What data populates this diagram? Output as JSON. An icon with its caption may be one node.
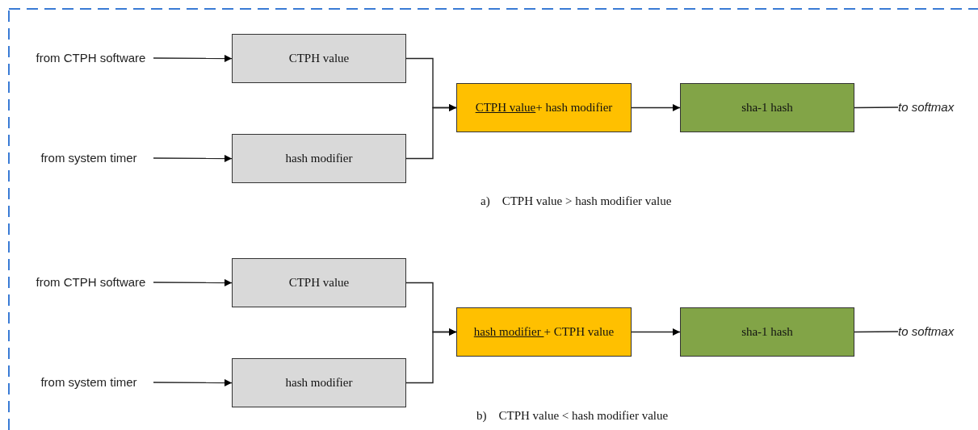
{
  "diagram": {
    "nodes": [
      {
        "text": [
          "from CTPH software"
        ]
      },
      {
        "text": [
          "from system timer"
        ]
      },
      {
        "text": [
          "CTPH value"
        ]
      },
      {
        "text": [
          "hash modifier"
        ]
      },
      {
        "text": [
          "CTPH value",
          "+ hash modifier"
        ]
      },
      {
        "text": [
          "sha-1 hash"
        ]
      },
      {
        "text": [
          "to softmax"
        ]
      },
      {
        "text": [
          "from CTPH software"
        ]
      },
      {
        "text": [
          "from system timer"
        ]
      },
      {
        "text": [
          "CTPH value"
        ]
      },
      {
        "text": [
          "hash modifier"
        ]
      },
      {
        "text": [
          "hash modifier ",
          "+ CTPH value"
        ]
      },
      {
        "text": [
          "sha-1 hash"
        ]
      },
      {
        "text": [
          "to softmax"
        ]
      }
    ],
    "edges": [
      {
        "from": 0,
        "to": 2,
        "arrow": "to"
      },
      {
        "from": 1,
        "to": 3,
        "arrow": "to"
      },
      {
        "from": 2,
        "to": 4,
        "arrow": "to"
      },
      {
        "from": 3,
        "to": 4,
        "arrow": "to"
      },
      {
        "from": 4,
        "to": 5,
        "arrow": "to"
      },
      {
        "from": 5,
        "to": 6,
        "arrow": "none"
      },
      {
        "from": 7,
        "to": 9,
        "arrow": "to"
      },
      {
        "from": 8,
        "to": 10,
        "arrow": "to"
      },
      {
        "from": 9,
        "to": 11,
        "arrow": "to"
      },
      {
        "from": 10,
        "to": 11,
        "arrow": "to"
      },
      {
        "from": 11,
        "to": 12,
        "arrow": "to"
      },
      {
        "from": 12,
        "to": 13,
        "arrow": "none"
      }
    ],
    "labels": [
      "a)    CTPH value > hash modifier value",
      "b)    CTPH value < hash modifier value"
    ]
  }
}
